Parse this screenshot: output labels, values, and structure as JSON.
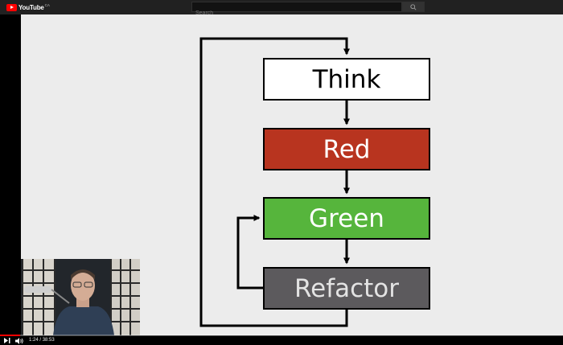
{
  "header": {
    "logo_text": "YouTube",
    "logo_region": "CA",
    "search_placeholder": "Search"
  },
  "slide": {
    "boxes": [
      "Think",
      "Red",
      "Green",
      "Refactor"
    ]
  },
  "player": {
    "current_time": "1:24",
    "duration": "38:53",
    "progress_fraction": 0.036
  },
  "colors": {
    "youtube_red": "#ff0000",
    "red_box": "#b8341f",
    "green_box": "#56b53c",
    "refactor_box": "#5c5a5d",
    "topbar": "#212121"
  },
  "icons": [
    "youtube-logo-icon",
    "search-icon",
    "next-icon",
    "volume-icon",
    "person-webcam"
  ]
}
